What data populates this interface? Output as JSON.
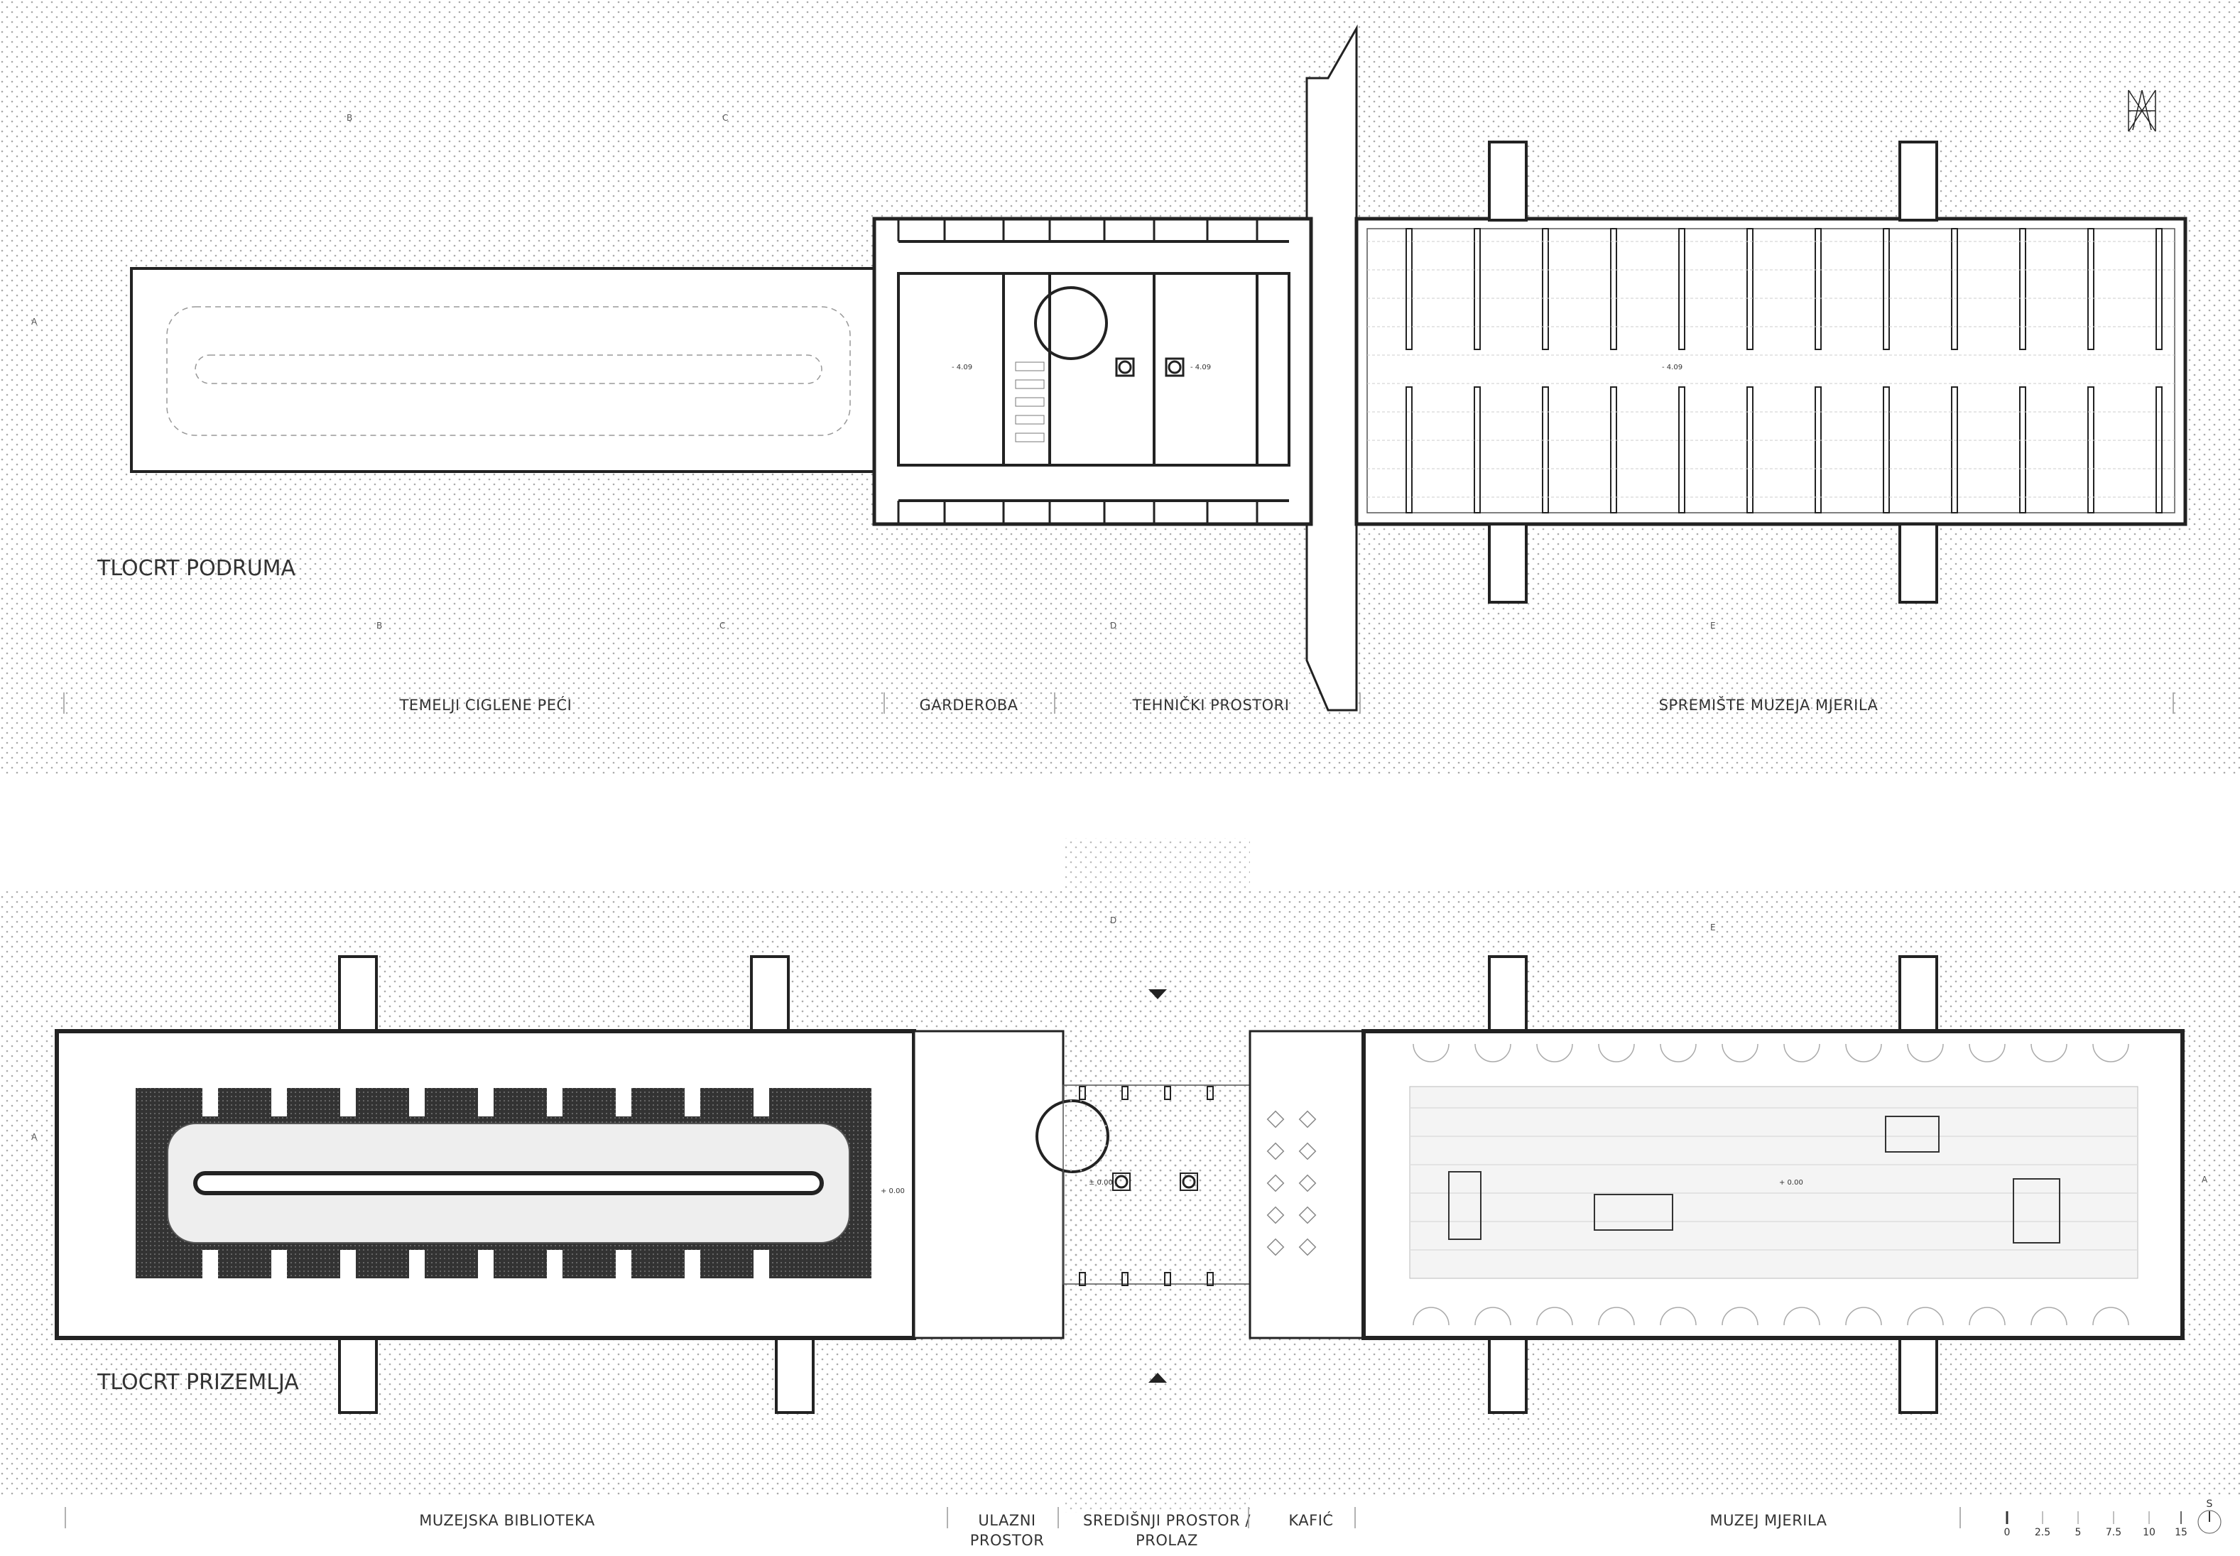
{
  "basement": {
    "title": "TLOCRT PODRUMA",
    "zones": [
      "TEMELJI CIGLENE PEĆI",
      "GARDEROBA",
      "TEHNIČKI PROSTORI",
      "SPREMIŠTE MUZEJA MJERILA"
    ],
    "elevations": [
      "- 4.09",
      "- 4.09",
      "- 4.09"
    ]
  },
  "ground_floor": {
    "title": "TLOCRT PRIZEMLJA",
    "zones": [
      "MUZEJSKA BIBLIOTEKA",
      "ULAZNI",
      "PROSTOR",
      "SREDIŠNJI PROSTOR /",
      "PROLAZ",
      "KAFIĆ",
      "MUZEJ MJERILA"
    ],
    "elevations": [
      "+ 0.00",
      "± 0.00",
      "+ 0.00"
    ]
  },
  "axes": {
    "a": "A",
    "b": "B",
    "c": "C",
    "d": "D",
    "e": "E"
  },
  "scale_bar": {
    "ticks": [
      "0",
      "2.5",
      "5",
      "7.5",
      "10",
      "15"
    ]
  },
  "north": "S",
  "logo": "M"
}
